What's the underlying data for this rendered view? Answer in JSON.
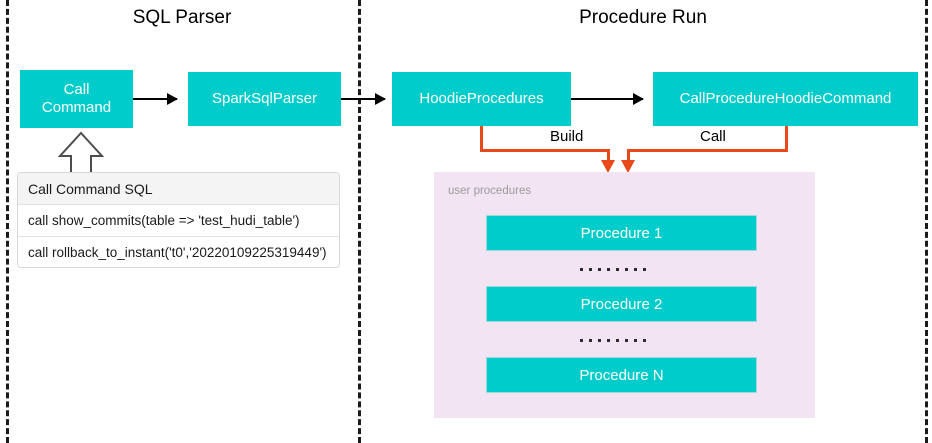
{
  "diagram": {
    "sections": [
      {
        "title": "SQL Parser"
      },
      {
        "title": "Procedure Run"
      }
    ],
    "nodes": {
      "call_command": "Call\nCommand",
      "call_command_line1": "Call",
      "call_command_line2": "Command",
      "spark_sql_parser": "SparkSqlParser",
      "hoodie_procedures": "HoodieProcedures",
      "call_procedure_hoodie_command": "CallProcedureHoodieCommand"
    },
    "edge_labels": {
      "build": "Build",
      "call": "Call"
    },
    "sql_table": {
      "header": "Call Command SQL",
      "rows": [
        "call show_commits(table => 'test_hudi_table')",
        "call rollback_to_instant('t0','20220109225319449')"
      ]
    },
    "user_procedures": {
      "label": "user procedures",
      "items": [
        "Procedure 1",
        "Procedure 2",
        "Procedure N"
      ],
      "ellipsis_dots": 8
    },
    "colors": {
      "teal": "#00CCCC",
      "orange": "#E8491B",
      "panel_purple": "#F2E4F3",
      "divider": "#1a1a1a",
      "text_dark": "#000000",
      "label_gray": "#9b9b9b"
    }
  }
}
